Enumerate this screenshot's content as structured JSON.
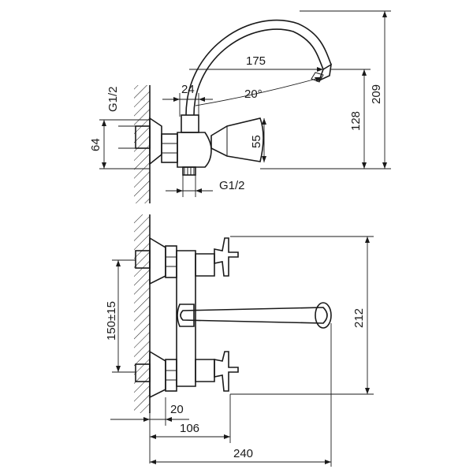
{
  "side_view": {
    "dim_spout_reach": "175",
    "dim_body_offset": "24",
    "dim_angle": "20°",
    "dim_thread_top": "G1/2",
    "dim_thread_bottom": "G1/2",
    "dim_nut_height": "64",
    "dim_handle_height": "55",
    "dim_spout_outlet_height": "128",
    "dim_total_height": "209"
  },
  "front_view": {
    "dim_center_distance": "150±15",
    "dim_total_height": "212",
    "dim_wall_offset": "20",
    "dim_body_depth": "106",
    "dim_total_length": "240"
  }
}
